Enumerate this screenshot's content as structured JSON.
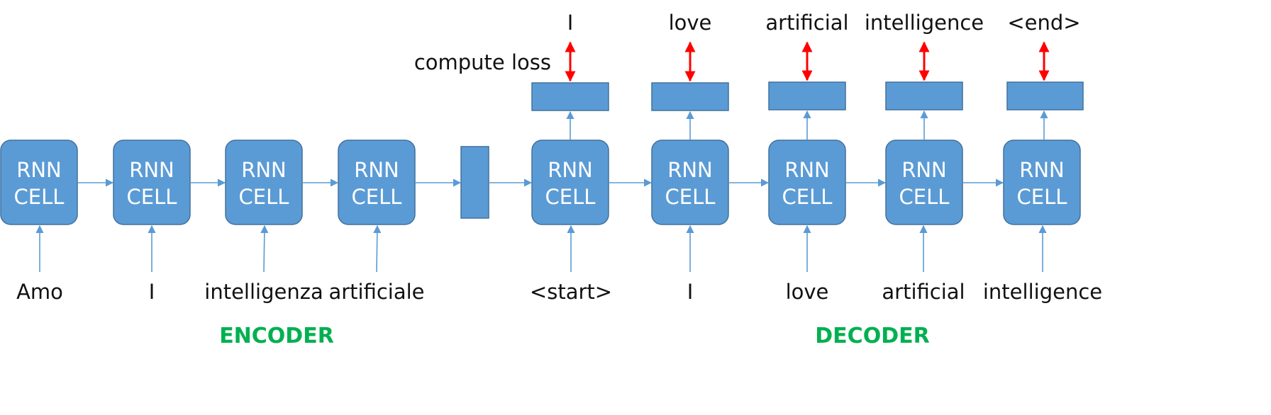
{
  "cell_label_line1": "RNN",
  "cell_label_line2": "CELL",
  "encoder": {
    "title": "ENCODER",
    "inputs": [
      "Amo",
      "I",
      "intelligenza",
      "artificiale"
    ]
  },
  "decoder": {
    "title": "DECODER",
    "inputs": [
      "<start>",
      "I",
      "love",
      "artificial",
      "intelligence"
    ],
    "outputs": [
      "I",
      "love",
      "artificial",
      "intelligence",
      "<end>"
    ]
  },
  "compute_loss_label": "compute loss",
  "colors": {
    "cell_fill": "#5b9bd5",
    "cell_stroke": "#41719c",
    "arrow": "#5b9bd5",
    "loss_arrow": "#ff0000",
    "section_title": "#00b050"
  }
}
